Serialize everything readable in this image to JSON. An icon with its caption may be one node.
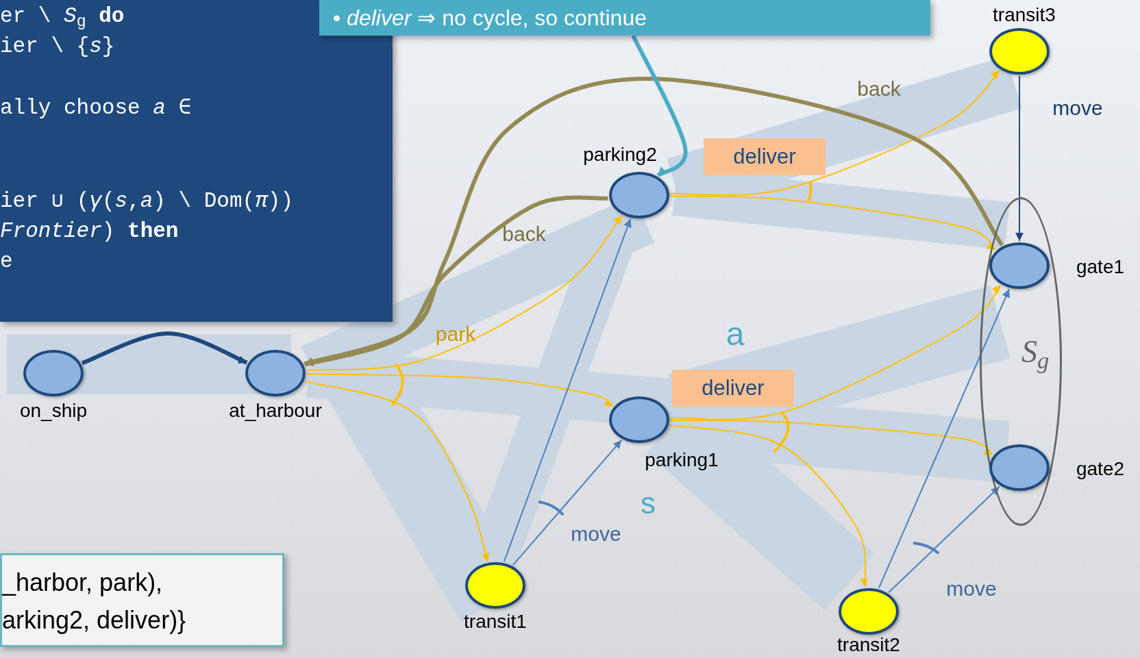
{
  "diagram": {
    "nodes": [
      {
        "text": [
          "er \\ *S*$_{g}$ **do**",
          "ier \\ {*s*}",
          "ally choose *a* ∈",
          "ier ∪ (*γ*(*s*,*a*) \\ Dom(*π*))",
          "*Frontier*) **then**",
          "e"
        ]
      },
      {
        "text": [
          "• *deliver* ⇒ no cycle, so continue"
        ]
      },
      {
        "text": [
          "on_ship"
        ]
      },
      {
        "text": [
          "at_harbour"
        ]
      },
      {
        "text": [
          "parking2"
        ]
      },
      {
        "text": [
          "parking1"
        ]
      },
      {
        "text": [
          "transit1"
        ]
      },
      {
        "text": [
          "transit2"
        ]
      },
      {
        "text": [
          "transit3"
        ]
      },
      {
        "text": [
          "*S*$_{g}$"
        ]
      },
      {
        "text": [
          "gate1"
        ],
        "in": 9
      },
      {
        "text": [
          "gate2"
        ],
        "in": 9
      },
      {
        "text": [
          "_harbor, park), arking2, deliver)}"
        ]
      }
    ],
    "edges": [
      {
        "from": 2,
        "to": 3,
        "arrow": "to",
        "style": "thick",
        "color": "#1f497d"
      },
      {
        "from": 3,
        "to": 4,
        "arrow": "to",
        "label": "park"
      },
      {
        "from": 3,
        "to": 5,
        "arrow": "to"
      },
      {
        "from": 3,
        "to": 6,
        "arrow": "to"
      },
      {
        "from": 4,
        "to": 8,
        "arrow": "to",
        "label": "deliver"
      },
      {
        "from": 4,
        "to": 10,
        "arrow": "to"
      },
      {
        "from": 5,
        "to": 10,
        "arrow": "to",
        "label": "deliver"
      },
      {
        "from": 5,
        "to": 11,
        "arrow": "to"
      },
      {
        "from": 5,
        "to": 7,
        "arrow": "to"
      },
      {
        "from": 6,
        "to": 4,
        "arrow": "to",
        "label": "move",
        "color": "#4f81bd"
      },
      {
        "from": 6,
        "to": 5,
        "arrow": "to",
        "color": "#4f81bd"
      },
      {
        "from": 7,
        "to": 10,
        "arrow": "to",
        "label": "move",
        "color": "#4f81bd"
      },
      {
        "from": 7,
        "to": 11,
        "arrow": "to",
        "color": "#4f81bd"
      },
      {
        "from": 8,
        "to": 10,
        "arrow": "to",
        "label": "move",
        "color": "#1f497d"
      },
      {
        "from": 4,
        "to": 3,
        "arrow": "to",
        "label": "back",
        "style": "thick",
        "color": "#948a54"
      },
      {
        "from": 10,
        "to": 3,
        "arrow": "to",
        "label": "back",
        "style": "thick",
        "color": "#948a54"
      },
      {
        "from": 1,
        "to": 4,
        "arrow": "to",
        "style": "thick",
        "color": "#4bacc6"
      }
    ],
    "labels": [
      "a",
      "s"
    ]
  }
}
